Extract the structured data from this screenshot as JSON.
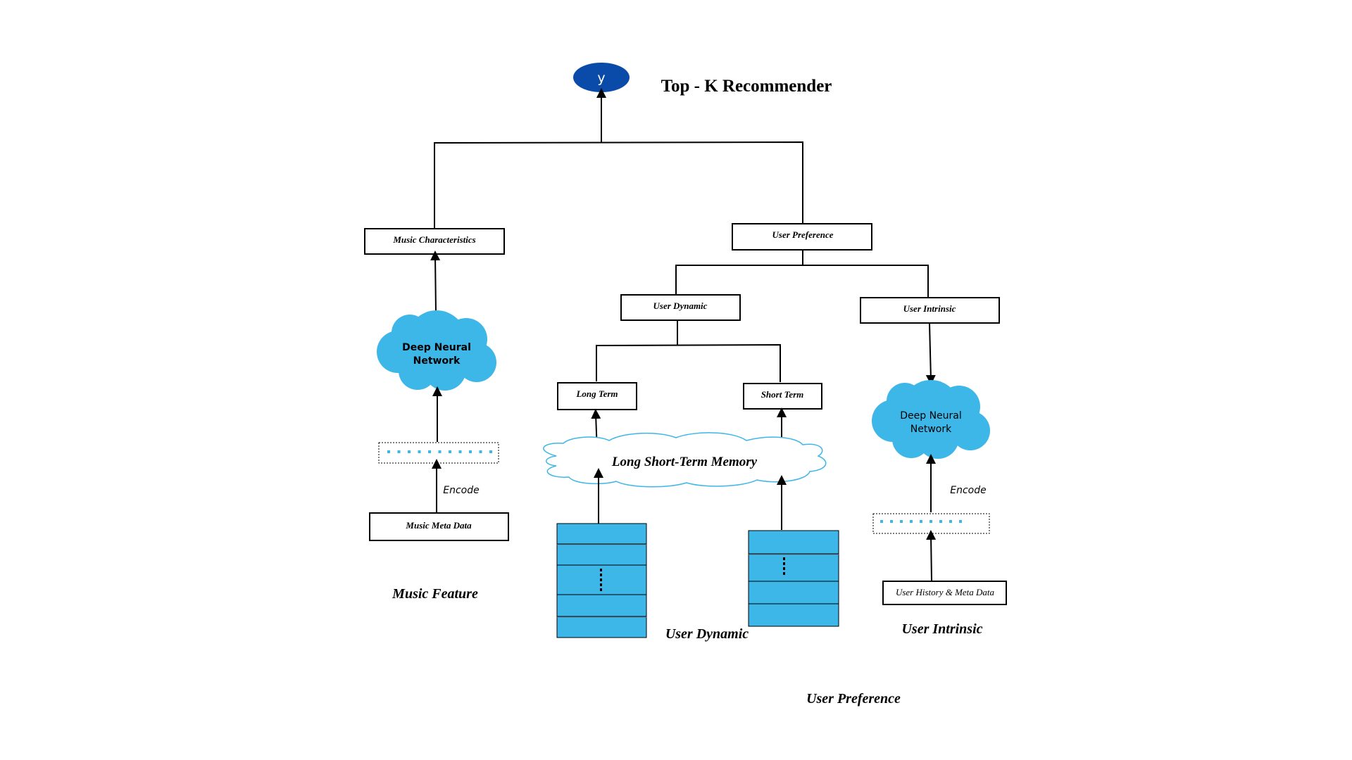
{
  "colors": {
    "line": "#000000",
    "cloud_fill": "#3db6e8",
    "output_node_fill": "#0a4aa8",
    "output_node_text": "#ffffff",
    "stack_fill": "#3db6e8",
    "dot_color": "#3db6e8",
    "lstm_outline": "#3db6e8"
  },
  "output": {
    "node_label": "y",
    "title": "Top - K Recommender"
  },
  "boxes": {
    "music_characteristics": "Music Characteristics",
    "user_preference": "User Preference",
    "user_dynamic": "User Dynamic",
    "user_intrinsic": "User Intrinsic",
    "long_term": "Long Term",
    "short_term": "Short Term",
    "music_meta_data": "Music Meta Data",
    "user_history_meta": "User History & Meta Data"
  },
  "clouds": {
    "dnn_left": [
      "Deep Neural",
      "Network"
    ],
    "dnn_right": [
      "Deep Neural",
      "Network"
    ],
    "lstm": "Long Short-Term Memory"
  },
  "encode_labels": {
    "left": "Encode",
    "right": "Encode"
  },
  "section_labels": {
    "music_feature": "Music Feature",
    "user_dynamic": "User Dynamic",
    "user_intrinsic": "User Intrinsic",
    "user_preference": "User Preference"
  },
  "icons": {
    "arrow": "arrow-up-icon",
    "vertical_ellipsis": "vertical-ellipsis-icon"
  }
}
